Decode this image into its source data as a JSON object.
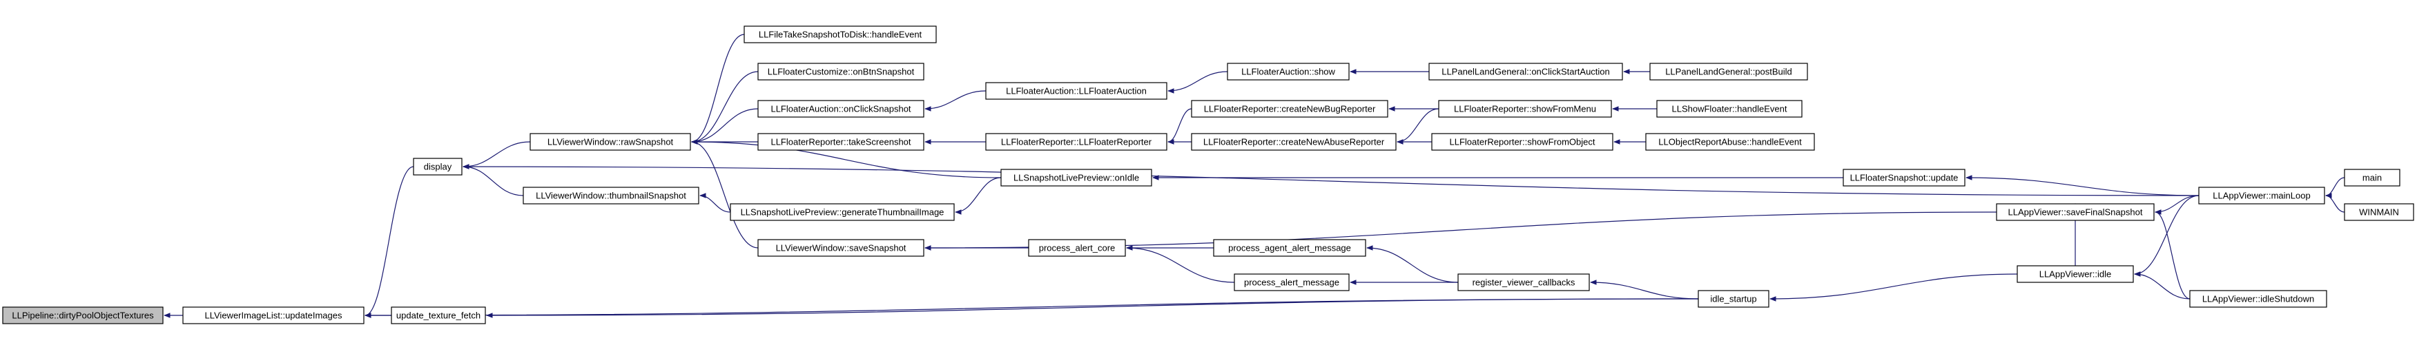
{
  "diagram": {
    "type": "call-graph",
    "colors": {
      "edge": "#191970",
      "node_border": "#000000",
      "root_fill": "#bfbfbf",
      "node_fill": "#ffffff"
    },
    "nodes": [
      {
        "id": "dirtyPool",
        "label": "LLPipeline::dirtyPoolObjectTextures",
        "root": true
      },
      {
        "id": "updateImages",
        "label": "LLViewerImageList::updateImages"
      },
      {
        "id": "display",
        "label": "display"
      },
      {
        "id": "updateTextureFetch",
        "label": "update_texture_fetch"
      },
      {
        "id": "rawSnapshot",
        "label": "LLViewerWindow::rawSnapshot"
      },
      {
        "id": "thumbnailSnapshot",
        "label": "LLViewerWindow::thumbnailSnapshot"
      },
      {
        "id": "fileTakeSnapshot",
        "label": "LLFileTakeSnapshotToDisk::handleEvent"
      },
      {
        "id": "floaterCustomize",
        "label": "LLFloaterCustomize::onBtnSnapshot"
      },
      {
        "id": "floaterAuctionSnap",
        "label": "LLFloaterAuction::onClickSnapshot"
      },
      {
        "id": "floaterReporterShot",
        "label": "LLFloaterReporter::takeScreenshot"
      },
      {
        "id": "saveSnapshot",
        "label": "LLViewerWindow::saveSnapshot"
      },
      {
        "id": "generateThumbnail",
        "label": "LLSnapshotLivePreview::generateThumbnailImage"
      },
      {
        "id": "onIdle",
        "label": "LLSnapshotLivePreview::onIdle"
      },
      {
        "id": "floaterAuctionCtor",
        "label": "LLFloaterAuction::LLFloaterAuction"
      },
      {
        "id": "floaterReporterCtor",
        "label": "LLFloaterReporter::LLFloaterReporter"
      },
      {
        "id": "processAlertCore",
        "label": "process_alert_core"
      },
      {
        "id": "floaterAuctionShow",
        "label": "LLFloaterAuction::show"
      },
      {
        "id": "createBugReporter",
        "label": "LLFloaterReporter::createNewBugReporter"
      },
      {
        "id": "createAbuseReporter",
        "label": "LLFloaterReporter::createNewAbuseReporter"
      },
      {
        "id": "processAgentAlert",
        "label": "process_agent_alert_message"
      },
      {
        "id": "processAlertMsg",
        "label": "process_alert_message"
      },
      {
        "id": "panelLandStartAuction",
        "label": "LLPanelLandGeneral::onClickStartAuction"
      },
      {
        "id": "showFromMenu",
        "label": "LLFloaterReporter::showFromMenu"
      },
      {
        "id": "showFromObject",
        "label": "LLFloaterReporter::showFromObject"
      },
      {
        "id": "registerViewerCallbacks",
        "label": "register_viewer_callbacks"
      },
      {
        "id": "panelLandPostBuild",
        "label": "LLPanelLandGeneral::postBuild"
      },
      {
        "id": "showFloaterHandle",
        "label": "LLShowFloater::handleEvent"
      },
      {
        "id": "objectReportAbuse",
        "label": "LLObjectReportAbuse::handleEvent"
      },
      {
        "id": "floaterSnapshotUpdate",
        "label": "LLFloaterSnapshot::update"
      },
      {
        "id": "idleStartup",
        "label": "idle_startup"
      },
      {
        "id": "saveFinalSnapshot",
        "label": "LLAppViewer::saveFinalSnapshot"
      },
      {
        "id": "appIdle",
        "label": "LLAppViewer::idle"
      },
      {
        "id": "mainLoop",
        "label": "LLAppViewer::mainLoop"
      },
      {
        "id": "idleShutdown",
        "label": "LLAppViewer::idleShutdown"
      },
      {
        "id": "main",
        "label": "main"
      },
      {
        "id": "winmain",
        "label": "WINMAIN"
      }
    ],
    "edges": [
      [
        "updateImages",
        "dirtyPool"
      ],
      [
        "display",
        "updateImages"
      ],
      [
        "updateTextureFetch",
        "updateImages"
      ],
      [
        "idleStartup",
        "updateImages"
      ],
      [
        "rawSnapshot",
        "display"
      ],
      [
        "thumbnailSnapshot",
        "display"
      ],
      [
        "mainLoop",
        "display"
      ],
      [
        "idleStartup",
        "updateTextureFetch"
      ],
      [
        "fileTakeSnapshot",
        "rawSnapshot"
      ],
      [
        "floaterCustomize",
        "rawSnapshot"
      ],
      [
        "floaterAuctionSnap",
        "rawSnapshot"
      ],
      [
        "floaterReporterShot",
        "rawSnapshot"
      ],
      [
        "onIdle",
        "rawSnapshot"
      ],
      [
        "saveSnapshot",
        "rawSnapshot"
      ],
      [
        "generateThumbnail",
        "thumbnailSnapshot"
      ],
      [
        "onIdle",
        "generateThumbnail"
      ],
      [
        "floaterAuctionCtor",
        "floaterAuctionSnap"
      ],
      [
        "floaterReporterCtor",
        "floaterReporterShot"
      ],
      [
        "processAlertCore",
        "saveSnapshot"
      ],
      [
        "saveFinalSnapshot",
        "saveSnapshot"
      ],
      [
        "floaterSnapshotUpdate",
        "onIdle"
      ],
      [
        "floaterAuctionShow",
        "floaterAuctionCtor"
      ],
      [
        "createBugReporter",
        "floaterReporterCtor"
      ],
      [
        "createAbuseReporter",
        "floaterReporterCtor"
      ],
      [
        "processAgentAlert",
        "processAlertCore"
      ],
      [
        "processAlertMsg",
        "processAlertCore"
      ],
      [
        "panelLandStartAuction",
        "floaterAuctionShow"
      ],
      [
        "showFromMenu",
        "createBugReporter"
      ],
      [
        "showFromMenu",
        "createAbuseReporter"
      ],
      [
        "showFromObject",
        "createAbuseReporter"
      ],
      [
        "registerViewerCallbacks",
        "processAgentAlert"
      ],
      [
        "registerViewerCallbacks",
        "processAlertMsg"
      ],
      [
        "panelLandPostBuild",
        "panelLandStartAuction"
      ],
      [
        "showFloaterHandle",
        "showFromMenu"
      ],
      [
        "objectReportAbuse",
        "showFromObject"
      ],
      [
        "idleStartup",
        "registerViewerCallbacks"
      ],
      [
        "mainLoop",
        "floaterSnapshotUpdate"
      ],
      [
        "appIdle",
        "idleStartup"
      ],
      [
        "mainLoop",
        "saveFinalSnapshot"
      ],
      [
        "idleShutdown",
        "saveFinalSnapshot"
      ],
      [
        "appIdle",
        "saveFinalSnapshot"
      ],
      [
        "mainLoop",
        "appIdle"
      ],
      [
        "idleShutdown",
        "appIdle"
      ],
      [
        "main",
        "mainLoop"
      ],
      [
        "winmain",
        "mainLoop"
      ]
    ]
  }
}
